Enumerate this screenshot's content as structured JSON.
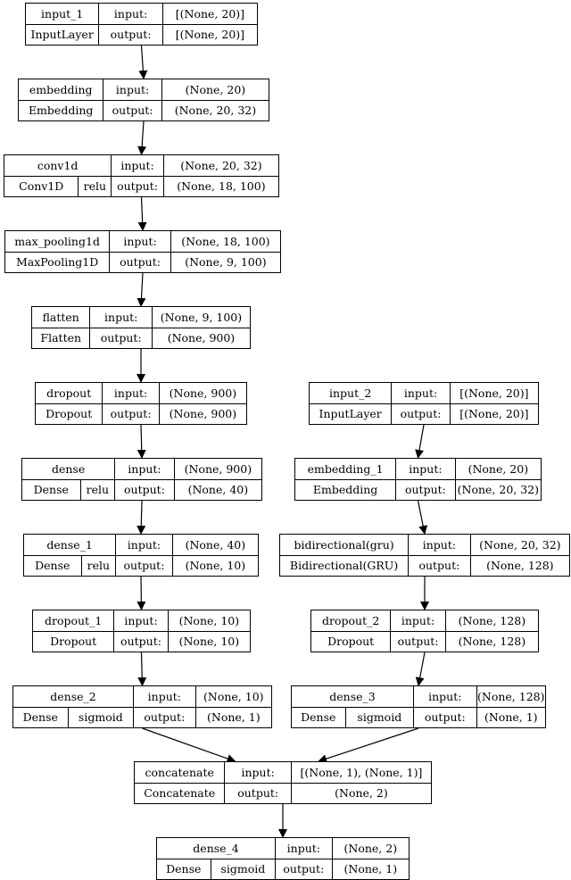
{
  "nodes": {
    "input_1": {
      "name": "input_1",
      "type": "InputLayer",
      "act": "",
      "in_label": "input:",
      "out_label": "output:",
      "in_shape": "[(None, 20)]",
      "out_shape": "[(None, 20)]"
    },
    "embedding": {
      "name": "embedding",
      "type": "Embedding",
      "act": "",
      "in_label": "input:",
      "out_label": "output:",
      "in_shape": "(None, 20)",
      "out_shape": "(None, 20, 32)"
    },
    "conv1d": {
      "name": "conv1d",
      "type": "Conv1D",
      "act": "relu",
      "in_label": "input:",
      "out_label": "output:",
      "in_shape": "(None, 20, 32)",
      "out_shape": "(None, 18, 100)"
    },
    "max_pooling1d": {
      "name": "max_pooling1d",
      "type": "MaxPooling1D",
      "act": "",
      "in_label": "input:",
      "out_label": "output:",
      "in_shape": "(None, 18, 100)",
      "out_shape": "(None, 9, 100)"
    },
    "flatten": {
      "name": "flatten",
      "type": "Flatten",
      "act": "",
      "in_label": "input:",
      "out_label": "output:",
      "in_shape": "(None, 9, 100)",
      "out_shape": "(None, 900)"
    },
    "dropout": {
      "name": "dropout",
      "type": "Dropout",
      "act": "",
      "in_label": "input:",
      "out_label": "output:",
      "in_shape": "(None, 900)",
      "out_shape": "(None, 900)"
    },
    "dense": {
      "name": "dense",
      "type": "Dense",
      "act": "relu",
      "in_label": "input:",
      "out_label": "output:",
      "in_shape": "(None, 900)",
      "out_shape": "(None, 40)"
    },
    "dense_1": {
      "name": "dense_1",
      "type": "Dense",
      "act": "relu",
      "in_label": "input:",
      "out_label": "output:",
      "in_shape": "(None, 40)",
      "out_shape": "(None, 10)"
    },
    "dropout_1": {
      "name": "dropout_1",
      "type": "Dropout",
      "act": "",
      "in_label": "input:",
      "out_label": "output:",
      "in_shape": "(None, 10)",
      "out_shape": "(None, 10)"
    },
    "dense_2": {
      "name": "dense_2",
      "type": "Dense",
      "act": "sigmoid",
      "in_label": "input:",
      "out_label": "output:",
      "in_shape": "(None, 10)",
      "out_shape": "(None, 1)"
    },
    "input_2": {
      "name": "input_2",
      "type": "InputLayer",
      "act": "",
      "in_label": "input:",
      "out_label": "output:",
      "in_shape": "[(None, 20)]",
      "out_shape": "[(None, 20)]"
    },
    "embedding_1": {
      "name": "embedding_1",
      "type": "Embedding",
      "act": "",
      "in_label": "input:",
      "out_label": "output:",
      "in_shape": "(None, 20)",
      "out_shape": "(None, 20, 32)"
    },
    "bidirectional": {
      "name": "bidirectional(gru)",
      "type": "Bidirectional(GRU)",
      "act": "",
      "in_label": "input:",
      "out_label": "output:",
      "in_shape": "(None, 20, 32)",
      "out_shape": "(None, 128)"
    },
    "dropout_2": {
      "name": "dropout_2",
      "type": "Dropout",
      "act": "",
      "in_label": "input:",
      "out_label": "output:",
      "in_shape": "(None, 128)",
      "out_shape": "(None, 128)"
    },
    "dense_3": {
      "name": "dense_3",
      "type": "Dense",
      "act": "sigmoid",
      "in_label": "input:",
      "out_label": "output:",
      "in_shape": "(None, 128)",
      "out_shape": "(None, 1)"
    },
    "concatenate": {
      "name": "concatenate",
      "type": "Concatenate",
      "act": "",
      "in_label": "input:",
      "out_label": "output:",
      "in_shape": "[(None, 1), (None, 1)]",
      "out_shape": "(None, 2)"
    },
    "dense_4": {
      "name": "dense_4",
      "type": "Dense",
      "act": "sigmoid",
      "in_label": "input:",
      "out_label": "output:",
      "in_shape": "(None, 2)",
      "out_shape": "(None, 1)"
    }
  },
  "edges": [
    [
      "input_1",
      "embedding"
    ],
    [
      "embedding",
      "conv1d"
    ],
    [
      "conv1d",
      "max_pooling1d"
    ],
    [
      "max_pooling1d",
      "flatten"
    ],
    [
      "flatten",
      "dropout"
    ],
    [
      "dropout",
      "dense"
    ],
    [
      "dense",
      "dense_1"
    ],
    [
      "dense_1",
      "dropout_1"
    ],
    [
      "dropout_1",
      "dense_2"
    ],
    [
      "input_2",
      "embedding_1"
    ],
    [
      "embedding_1",
      "bidirectional"
    ],
    [
      "bidirectional",
      "dropout_2"
    ],
    [
      "dropout_2",
      "dense_3"
    ],
    [
      "dense_2",
      "concatenate"
    ],
    [
      "dense_3",
      "concatenate"
    ],
    [
      "concatenate",
      "dense_4"
    ]
  ]
}
